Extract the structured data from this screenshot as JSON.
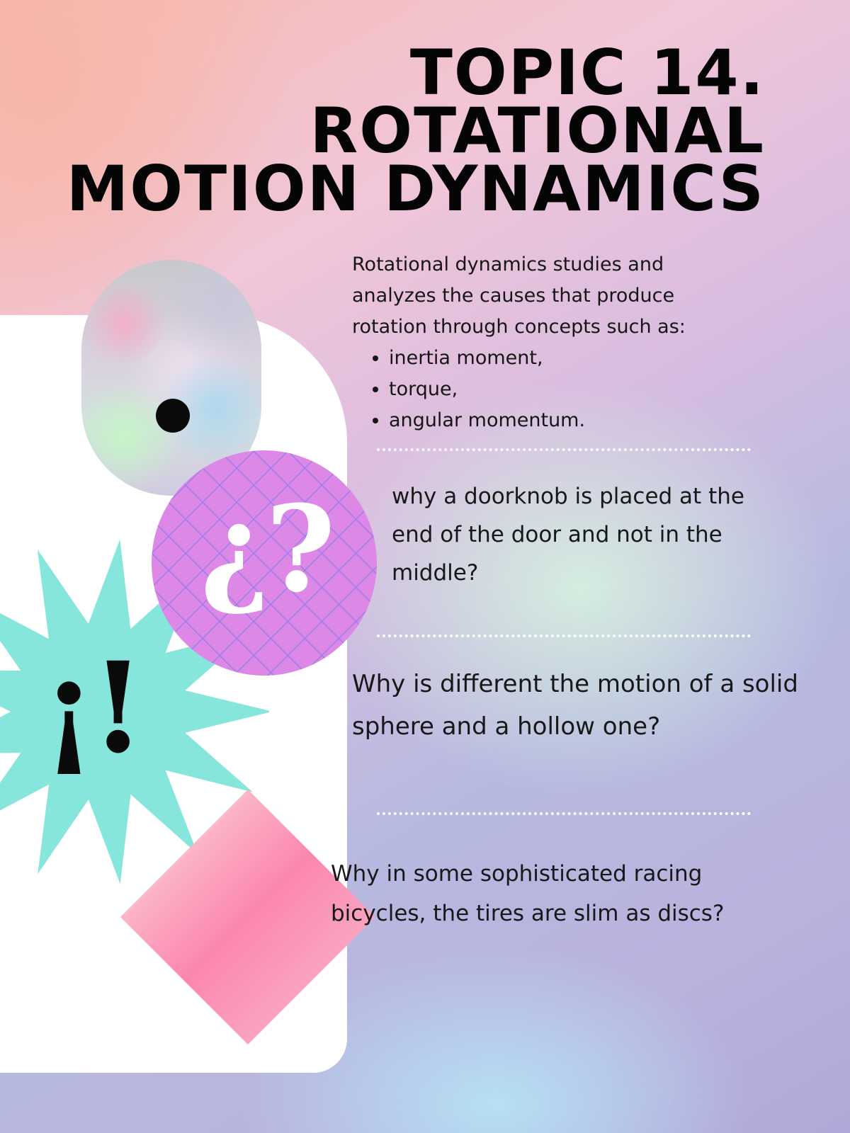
{
  "title": {
    "line1": "TOPIC 14.",
    "line2": "ROTATIONAL",
    "line3": "MOTION DYNAMICS"
  },
  "intro": {
    "text": "Rotational dynamics studies and analyzes the causes that produce rotation through concepts such as:",
    "bullets": [
      "inertia moment,",
      "torque,",
      "angular momentum."
    ]
  },
  "questions": [
    "why a doorknob is placed at the end of the door and not in the middle?",
    "Why is different the motion of a solid sphere and a hollow one?",
    "Why in some sophisticated racing bicycles, the tires are slim as discs?"
  ],
  "decorations": {
    "question_glyph": "¿?",
    "exclaim_glyph": "¡!",
    "icons": [
      "holographic-pill-shape",
      "black-dot",
      "starburst-shape",
      "grid-circle",
      "gradient-diamond"
    ]
  },
  "colors": {
    "starburst": "#86e6dc",
    "circle": "#dd88e6",
    "grid_lines": "#9a7fe6",
    "title": "#050505",
    "panel": "#ffffff"
  }
}
